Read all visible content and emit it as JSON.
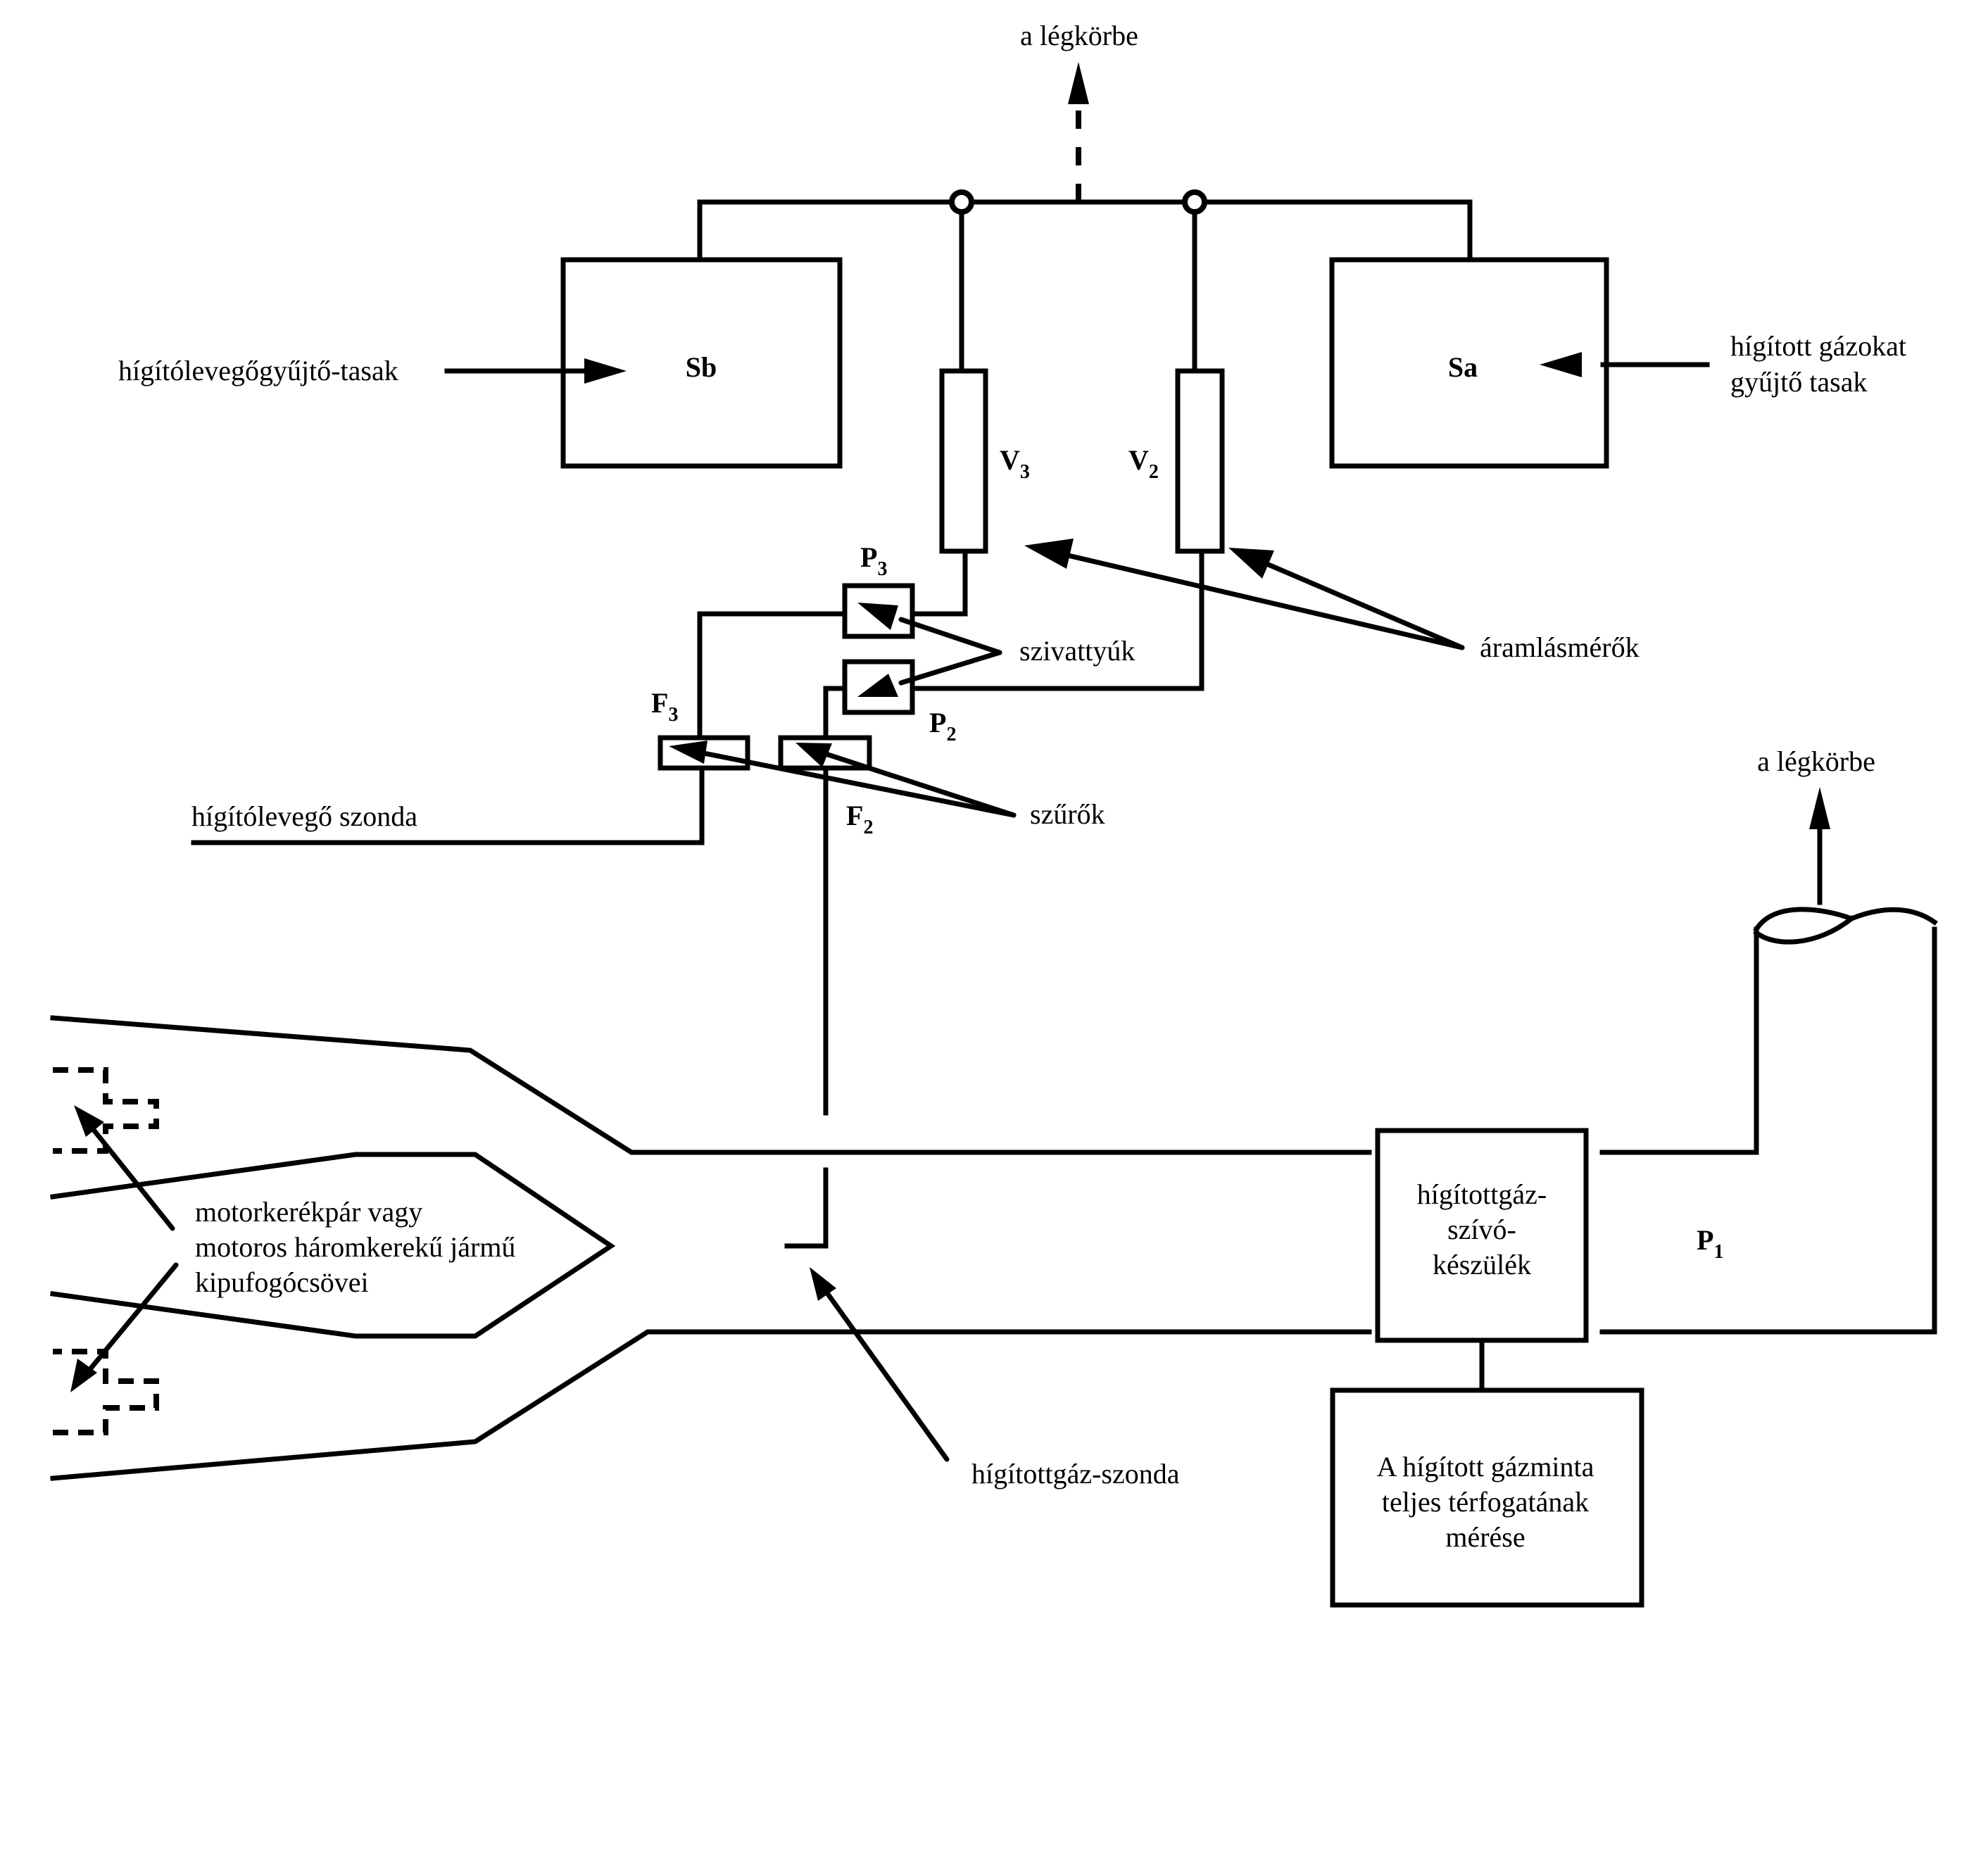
{
  "diagram": {
    "type": "dilute exhaust sampling system schematic",
    "components": {
      "sb": {
        "symbol": "Sb"
      },
      "sa": {
        "symbol": "Sa"
      },
      "v3": {
        "symbol": "V",
        "sub": "3"
      },
      "v2": {
        "symbol": "V",
        "sub": "2"
      },
      "p3": {
        "symbol": "P",
        "sub": "3"
      },
      "p2": {
        "symbol": "P",
        "sub": "2"
      },
      "f3": {
        "symbol": "F",
        "sub": "3"
      },
      "f2": {
        "symbol": "F",
        "sub": "2"
      },
      "p1": {
        "symbol": "P",
        "sub": "1"
      }
    },
    "labels": {
      "atmosphere_top": "a légkörbe",
      "atmosphere_right": "a légkörbe",
      "dilution_air_bag": "hígítólevegőgyűjtő-tasak",
      "diluted_gas_bag_line1": "hígított gázokat",
      "diluted_gas_bag_line2": "gyűjtő tasak",
      "pumps": "szivattyúk",
      "flowmeters": "áramlásmérők",
      "filters": "szűrők",
      "dilution_air_probe": "hígítólevegő szonda",
      "exhaust_pipes_line1": "motorkerékpár vagy",
      "exhaust_pipes_line2": "motoros háromkerekű jármű",
      "exhaust_pipes_line3": "kipufogócsövei",
      "dilute_gas_probe": "hígítottgáz-szonda",
      "suction_line1": "hígítottgáz-",
      "suction_line2": "szívó-",
      "suction_line3": "készülék",
      "volume_line1": "A hígított gázminta",
      "volume_line2": "teljes térfogatának",
      "volume_line3": "mérése"
    }
  }
}
